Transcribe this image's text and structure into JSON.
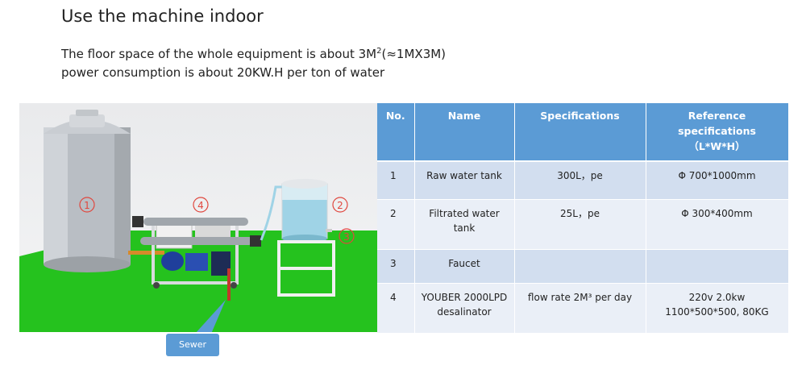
{
  "title": "Use the machine indoor",
  "description": {
    "line1_pre": "The floor space of the whole equipment  is about 3M",
    "line1_sup": "2",
    "line1_post": "(≈1MX3M)",
    "line2": "power consumption is about 20KW.H per ton of water"
  },
  "diagram": {
    "markers": [
      "1",
      "2",
      "3",
      "4"
    ],
    "callout_label": "Sewer",
    "colors": {
      "floor": "#25c21e",
      "tank": "#b9bec4",
      "water": "#9fd3e6",
      "callout": "#5b9bd5",
      "marker": "#e0473e"
    }
  },
  "table": {
    "headers": {
      "no": "No.",
      "name": "Name",
      "spec": "Specifications",
      "ref_1": "Reference",
      "ref_2": "specifications",
      "ref_3": "（L*W*H）"
    },
    "rows": [
      {
        "no": "1",
        "name": "Raw water tank",
        "spec": "300L，pe",
        "ref": "Φ 700*1000mm",
        "ref2": ""
      },
      {
        "no": "2",
        "name": "Filtrated water tank",
        "spec": "25L，pe",
        "ref": "Φ 300*400mm",
        "ref2": ""
      },
      {
        "no": "3",
        "name": "Faucet",
        "spec": "",
        "ref": "",
        "ref2": ""
      },
      {
        "no": "4",
        "name": "YOUBER 2000LPD desalinator",
        "spec": "flow rate 2M³ per day",
        "ref": "220v 2.0kw",
        "ref2": "1100*500*500, 80KG"
      }
    ],
    "colors": {
      "header": "#5b9bd5",
      "row_odd": "#d2deef",
      "row_even": "#eaeff7"
    }
  }
}
